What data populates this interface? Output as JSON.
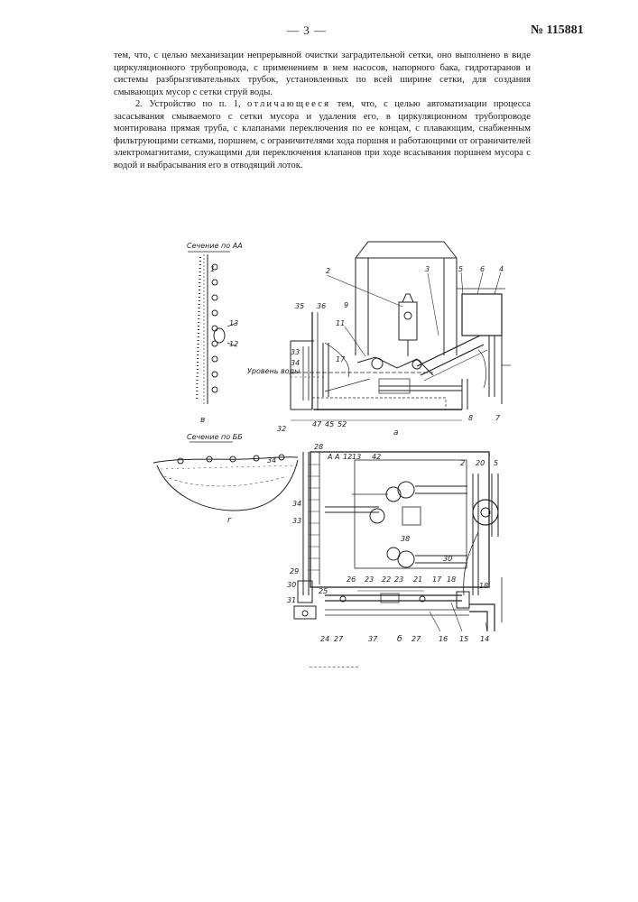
{
  "header": {
    "page_number": "— 3 —",
    "doc_number": "№ 115881"
  },
  "paragraph1": "тем, что, с целью механизации непрерывной очистки заградительной сетки, оно выполнено в виде циркуляционного трубопровода, с применением в нем насосов, напорного бака, гидротаранов и системы разбрызгивательных трубок, установленных по всей ширине сетки, для создания смывающих мусор с сетки струй воды.",
  "paragraph2": {
    "intro": "2. Устройство по п. 1,",
    "spaced": "отличающееся",
    "rest": "тем, что, с целью автоматизации процесса засасывания смываемого с сетки мусора и удаления его, в циркуляционном трубопроводе монтирована прямая труба, с клапанами переключения по ее концам, с плавающим, снабженным фильтрующими сетками, поршнем, с ограничителями хода поршня и работающими от ограничителей электромагнитами, служащими для переключения клапанов при ходе всасывания поршнем мусора с водой и выбрасывания его в отводящий лоток."
  },
  "figures": {
    "section_aa": "Сечение по АА",
    "section_bb": "Сечение по ББ",
    "water_level": "Уровень воды",
    "sub_a": "а",
    "sub_b": "б",
    "sub_v": "в",
    "sub_g": "г",
    "callouts": [
      "2",
      "3",
      "5",
      "6",
      "4",
      "35",
      "36",
      "9",
      "11",
      "33",
      "34",
      "17",
      "32",
      "47",
      "45",
      "52",
      "8",
      "7",
      "1",
      "13",
      "12",
      "34",
      "28",
      "A",
      "A",
      "12",
      "13",
      "42",
      "2",
      "20",
      "5",
      "34",
      "33",
      "38",
      "30",
      "29",
      "30",
      "31",
      "25",
      "26",
      "23",
      "22",
      "23",
      "21",
      "17",
      "18",
      "18",
      "24",
      "27",
      "37",
      "27",
      "16",
      "15",
      "14"
    ]
  }
}
